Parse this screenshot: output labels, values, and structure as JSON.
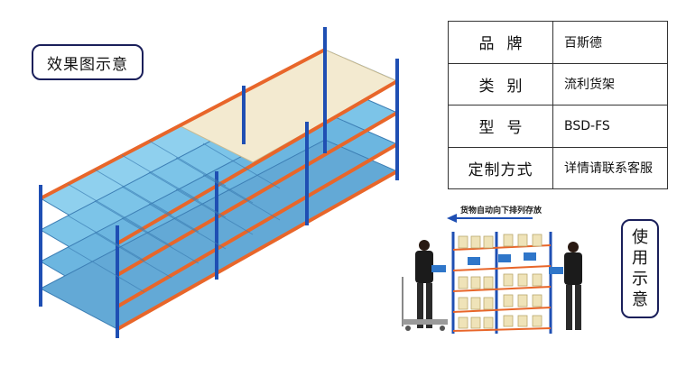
{
  "labels": {
    "effect": "效果图示意",
    "usage_chars": [
      "使",
      "用",
      "示",
      "意"
    ],
    "caption": "货物自动向下排列存放"
  },
  "spec": [
    {
      "key": "品牌",
      "value": "百斯德"
    },
    {
      "key": "类别",
      "value": "流利货架"
    },
    {
      "key": "型号",
      "value": "BSD-FS"
    },
    {
      "key": "定制方式",
      "value": "详情请联系客服"
    }
  ],
  "colors": {
    "frame": "#1f4fb3",
    "beam": "#e8662a",
    "bin": "#6cb6e0",
    "border": "#1a1f5a"
  }
}
